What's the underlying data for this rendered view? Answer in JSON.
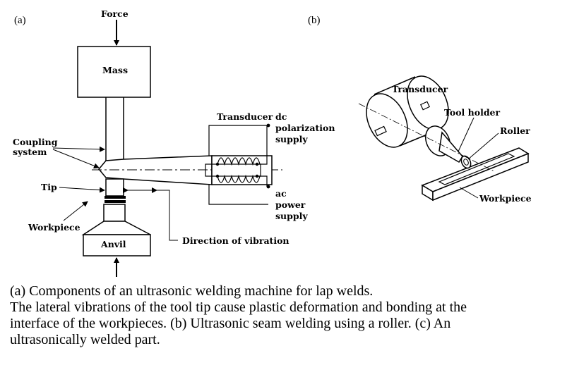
{
  "panel_a": {
    "label": "(a)",
    "force": "Force",
    "mass": "Mass",
    "coupling": [
      "Coupling",
      "system"
    ],
    "tip": "Tip",
    "workpiece": "Workpiece",
    "anvil": "Anvil",
    "transducer": "Transducer",
    "dc_supply": [
      "dc",
      "polarization",
      "supply"
    ],
    "ac_supply": [
      "ac",
      "power",
      "supply"
    ],
    "vibration": "Direction of vibration"
  },
  "panel_b": {
    "label": "(b)",
    "transducer": "Transducer",
    "tool_holder": "Tool holder",
    "roller": "Roller",
    "workpiece": "Workpiece"
  },
  "caption": {
    "line1": "(a) Components of an ultrasonic welding machine for lap welds.",
    "line2": "The lateral vibrations of the tool tip cause plastic deformation and bonding at the",
    "line3": "interface of the workpieces.  (b) Ultrasonic seam welding using a roller.  (c) An",
    "line4": "ultrasonically welded part."
  }
}
